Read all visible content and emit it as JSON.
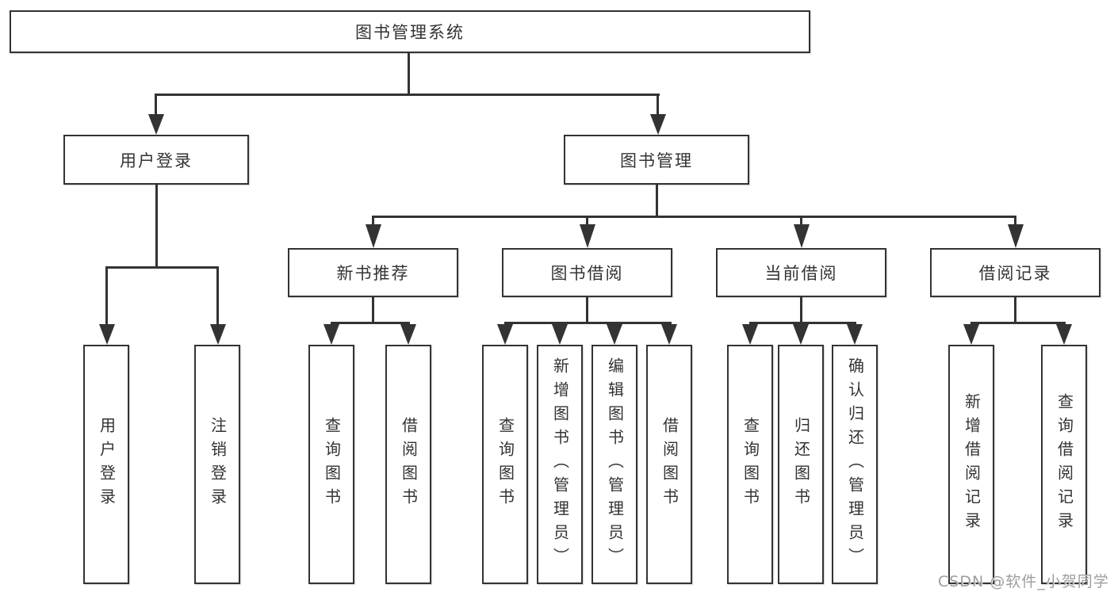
{
  "diagram": {
    "root": {
      "label": "图书管理系统"
    },
    "branches": [
      {
        "label": "用户登录",
        "children": [
          {
            "label": "用户登录"
          },
          {
            "label": "注销登录"
          }
        ]
      },
      {
        "label": "图书管理",
        "children": [
          {
            "label": "新书推荐",
            "children": [
              {
                "label": "查询图书"
              },
              {
                "label": "借阅图书"
              }
            ]
          },
          {
            "label": "图书借阅",
            "children": [
              {
                "label": "查询图书"
              },
              {
                "label": "新增图书（管理员）"
              },
              {
                "label": "编辑图书（管理员）"
              },
              {
                "label": "借阅图书"
              }
            ]
          },
          {
            "label": "当前借阅",
            "children": [
              {
                "label": "查询图书"
              },
              {
                "label": "归还图书"
              },
              {
                "label": "确认归还（管理员）"
              }
            ]
          },
          {
            "label": "借阅记录",
            "children": [
              {
                "label": "新增借阅记录"
              },
              {
                "label": "查询借阅记录"
              }
            ]
          }
        ]
      }
    ],
    "watermark": "CSDN @软件_小贺同学"
  },
  "colors": {
    "line": "#333333",
    "text": "#333333",
    "watermark": "#9d9d9d",
    "background": "#ffffff"
  }
}
